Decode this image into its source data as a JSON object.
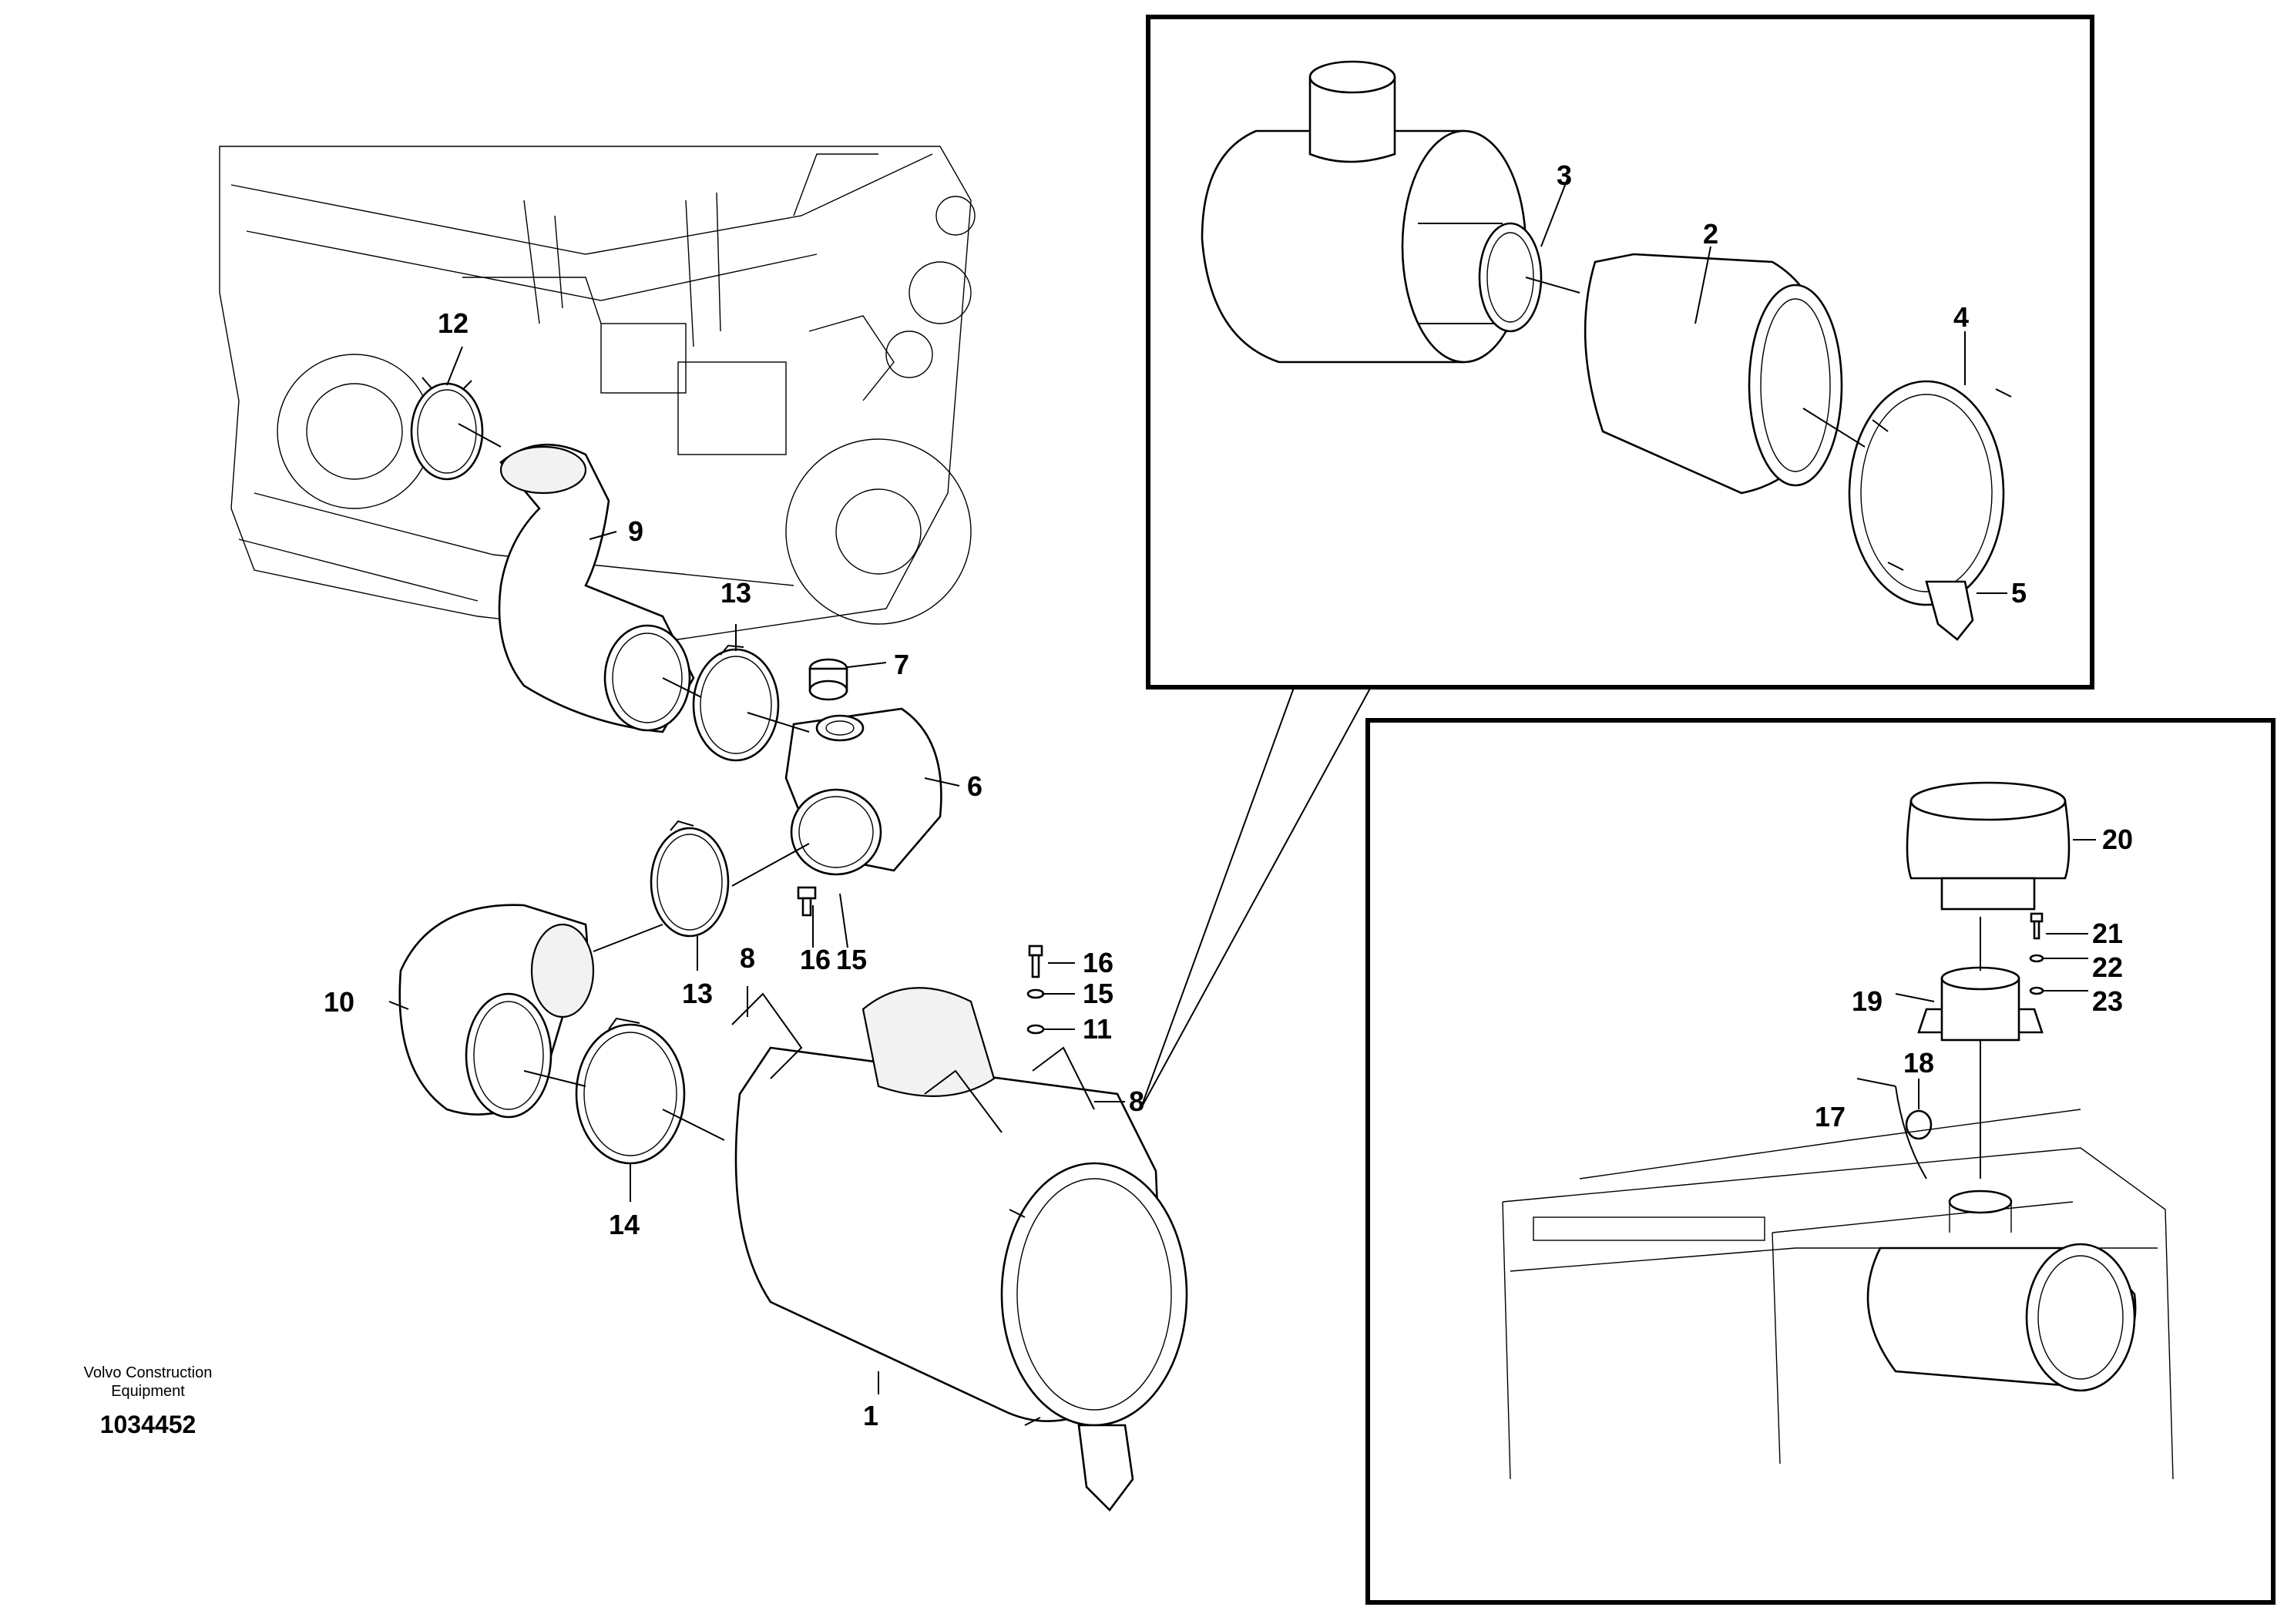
{
  "brand": {
    "line1": "Volvo Construction",
    "line2": "Equipment"
  },
  "document_number": "1034452",
  "callouts": {
    "c1": "1",
    "c2": "2",
    "c3": "3",
    "c4": "4",
    "c5": "5",
    "c6": "6",
    "c7": "7",
    "c8a": "8",
    "c8b": "8",
    "c9": "9",
    "c10": "10",
    "c11": "11",
    "c12": "12",
    "c13a": "13",
    "c13b": "13",
    "c14": "14",
    "c15a": "15",
    "c15b": "15",
    "c16a": "16",
    "c16b": "16",
    "c17": "17",
    "c18": "18",
    "c19": "19",
    "c20": "20",
    "c21": "21",
    "c22": "22",
    "c23": "23"
  }
}
